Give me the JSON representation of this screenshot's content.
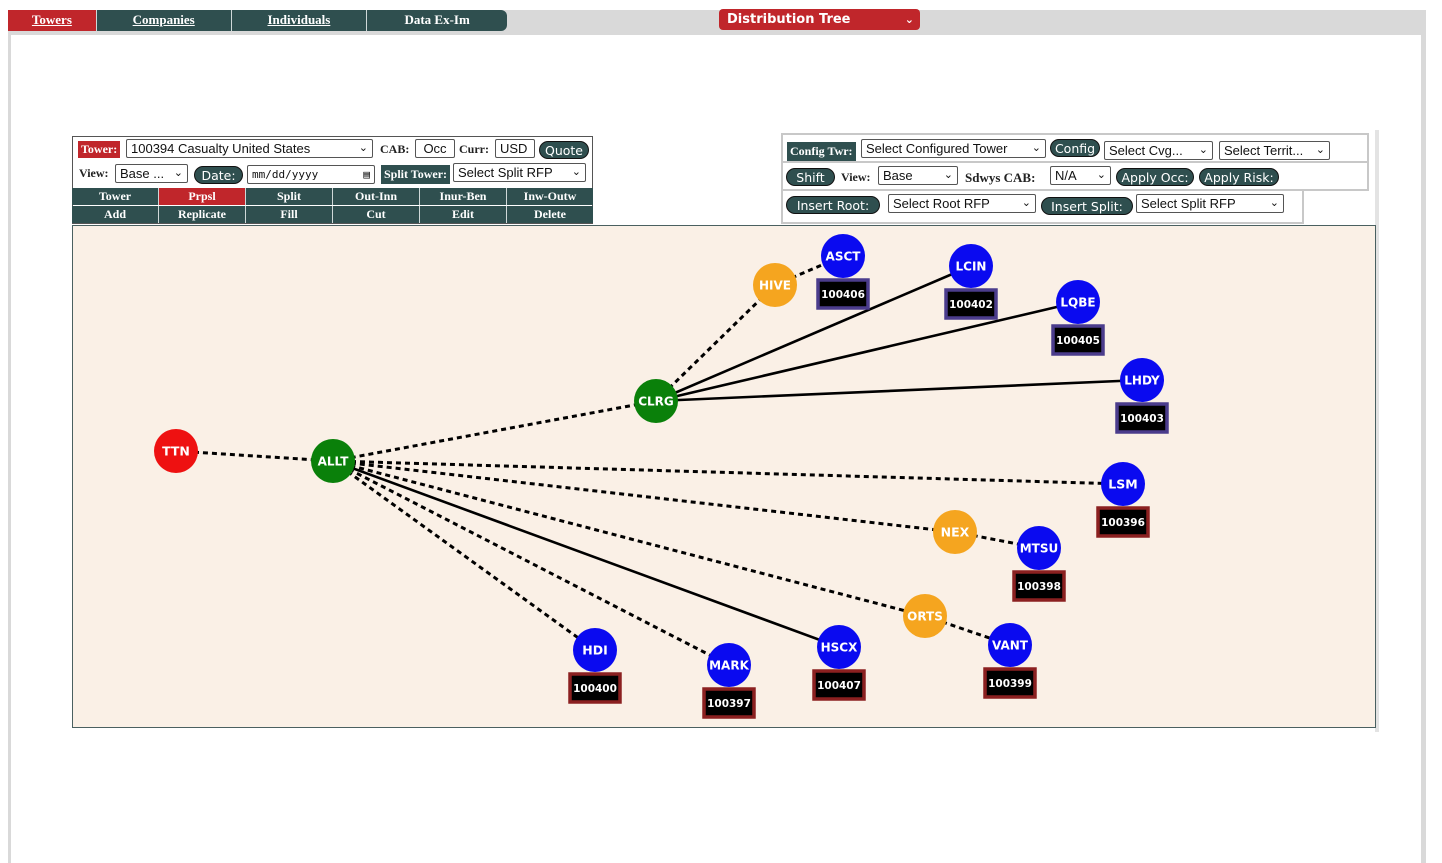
{
  "nav": {
    "tabs": [
      {
        "label": "Towers",
        "active": true
      },
      {
        "label": "Companies",
        "active": false
      },
      {
        "label": "Individuals",
        "active": false
      },
      {
        "label": "Data Ex-Im",
        "active": false
      }
    ],
    "view_select": "Distribution Tree"
  },
  "tower_panel": {
    "tower_label": "Tower:",
    "tower_value": "100394 Casualty United States",
    "cab_label": "CAB:",
    "cab_value": "Occ",
    "curr_label": "Curr:",
    "curr_value": "USD",
    "quote_button": "Quote",
    "view_label": "View:",
    "view_value": "Base ...",
    "date_button": "Date:",
    "date_placeholder": "mm/dd/yyyy",
    "split_tower_label": "Split Tower:",
    "split_tower_value": "Select Split RFP",
    "row1": [
      "Tower",
      "Prpsl",
      "Split",
      "Out-Inn",
      "Inur-Ben",
      "Inw-Outw"
    ],
    "row1_active": "Prpsl",
    "row2": [
      "Add",
      "Replicate",
      "Fill",
      "Cut",
      "Edit",
      "Delete"
    ]
  },
  "config_panel": {
    "config_twr_label": "Config Twr:",
    "config_twr_value": "Select Configured Tower",
    "config_button": "Config",
    "cvg_value": "Select Cvg...",
    "territ_value": "Select Territ...",
    "shift_button": "Shift",
    "view_label": "View:",
    "view_value": "Base",
    "sdwys_label": "Sdwys CAB:",
    "sdwys_value": "N/A",
    "apply_occ_button": "Apply Occ:",
    "apply_risk_button": "Apply Risk:",
    "insert_root_button": "Insert Root:",
    "root_value": "Select Root RFP",
    "insert_split_button": "Insert Split:",
    "split_value": "Select Split RFP"
  },
  "tree": {
    "colors": {
      "root": "#ee1111",
      "split": "#0a800a",
      "intermediate": "#f5a51f",
      "leaf": "#0a0af0",
      "id_box": "#000000",
      "border_purple": "#4b3c8c",
      "border_red": "#8b2020",
      "canvas": "#faf0e6"
    },
    "nodes": [
      {
        "name": "TTN",
        "type": "root"
      },
      {
        "name": "ALLT",
        "type": "split"
      },
      {
        "name": "CLRG",
        "type": "split"
      },
      {
        "name": "HIVE",
        "type": "intermediate"
      },
      {
        "name": "ASCT",
        "type": "leaf",
        "id": "100406",
        "border": "purple"
      },
      {
        "name": "LCIN",
        "type": "leaf",
        "id": "100402",
        "border": "purple"
      },
      {
        "name": "LQBE",
        "type": "leaf",
        "id": "100405",
        "border": "purple"
      },
      {
        "name": "LHDY",
        "type": "leaf",
        "id": "100403",
        "border": "purple"
      },
      {
        "name": "LSM",
        "type": "leaf",
        "id": "100396",
        "border": "red"
      },
      {
        "name": "NEX",
        "type": "intermediate"
      },
      {
        "name": "MTSU",
        "type": "leaf",
        "id": "100398",
        "border": "red"
      },
      {
        "name": "ORTS",
        "type": "intermediate"
      },
      {
        "name": "VANT",
        "type": "leaf",
        "id": "100399",
        "border": "red"
      },
      {
        "name": "HSCX",
        "type": "leaf",
        "id": "100407",
        "border": "red"
      },
      {
        "name": "MARK",
        "type": "leaf",
        "id": "100397",
        "border": "red"
      },
      {
        "name": "HDI",
        "type": "leaf",
        "id": "100400",
        "border": "red"
      }
    ],
    "edges": [
      {
        "from": "TTN",
        "to": "ALLT",
        "style": "dashed"
      },
      {
        "from": "ALLT",
        "to": "CLRG",
        "style": "dashed"
      },
      {
        "from": "CLRG",
        "to": "HIVE",
        "style": "dashed"
      },
      {
        "from": "HIVE",
        "to": "ASCT",
        "style": "dashed"
      },
      {
        "from": "CLRG",
        "to": "LCIN",
        "style": "solid"
      },
      {
        "from": "CLRG",
        "to": "LQBE",
        "style": "solid"
      },
      {
        "from": "CLRG",
        "to": "LHDY",
        "style": "solid"
      },
      {
        "from": "ALLT",
        "to": "LSM",
        "style": "dashed"
      },
      {
        "from": "ALLT",
        "to": "NEX",
        "style": "dashed"
      },
      {
        "from": "NEX",
        "to": "MTSU",
        "style": "dashed"
      },
      {
        "from": "ALLT",
        "to": "ORTS",
        "style": "dashed"
      },
      {
        "from": "ORTS",
        "to": "VANT",
        "style": "dashed"
      },
      {
        "from": "ALLT",
        "to": "HSCX",
        "style": "solid"
      },
      {
        "from": "ALLT",
        "to": "MARK",
        "style": "dashed"
      },
      {
        "from": "ALLT",
        "to": "HDI",
        "style": "dashed"
      }
    ]
  }
}
